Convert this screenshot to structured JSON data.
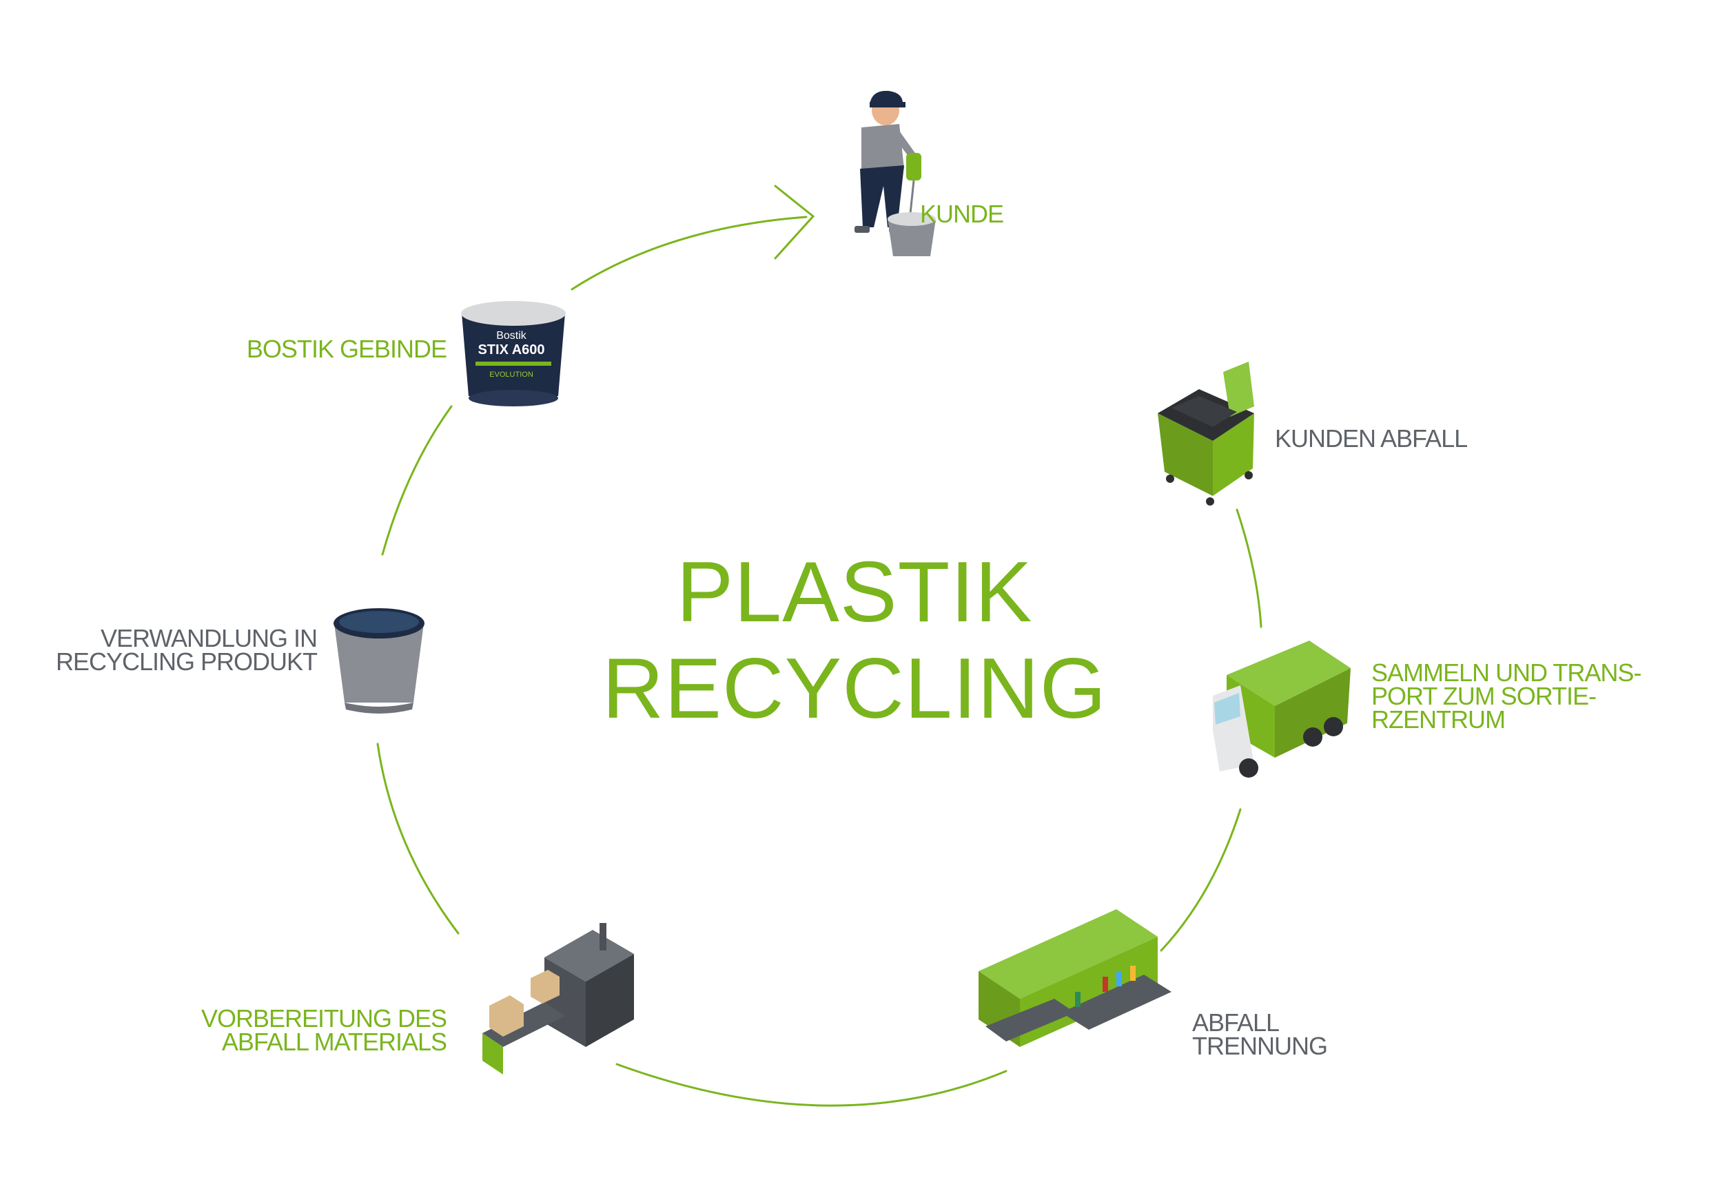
{
  "title": {
    "line1": "PLASTIK",
    "line2": "RECYCLING"
  },
  "colors": {
    "accent": "#7ab51d",
    "text_grey": "#5f6369",
    "dark_navy": "#1e2b45",
    "bucket_grey": "#8a8d93",
    "machine_grey": "#555a60"
  },
  "steps": [
    {
      "id": "kunde",
      "lines": [
        "KUNDE"
      ],
      "color": "accent",
      "icon": "worker-mixing-icon"
    },
    {
      "id": "kunden-abfall",
      "lines": [
        "KUNDEN ABFALL"
      ],
      "color": "grey",
      "icon": "waste-container-icon"
    },
    {
      "id": "sammeln",
      "lines": [
        "SAMMELN UND TRANS-",
        "PORT ZUM SORTIE-",
        "RZENTRUM"
      ],
      "color": "accent",
      "icon": "garbage-truck-icon"
    },
    {
      "id": "abfall-trennung",
      "lines": [
        "ABFALL",
        "TRENNUNG"
      ],
      "color": "grey",
      "icon": "sorting-machine-icon"
    },
    {
      "id": "vorbereitung",
      "lines": [
        "VORBEREITUNG DES",
        "ABFALL MATERIALS"
      ],
      "color": "accent",
      "icon": "processing-factory-icon"
    },
    {
      "id": "verwandlung",
      "lines": [
        "VERWANDLUNG IN",
        "RECYCLING  PRODUKT"
      ],
      "color": "grey",
      "icon": "recycled-bucket-icon"
    },
    {
      "id": "bostik",
      "lines": [
        "BOSTIK GEBINDE"
      ],
      "color": "accent",
      "icon": "bostik-bucket-icon"
    }
  ],
  "product": {
    "brand": "Bostik",
    "name": "STIX A600",
    "variant": "EVOLUTION"
  }
}
